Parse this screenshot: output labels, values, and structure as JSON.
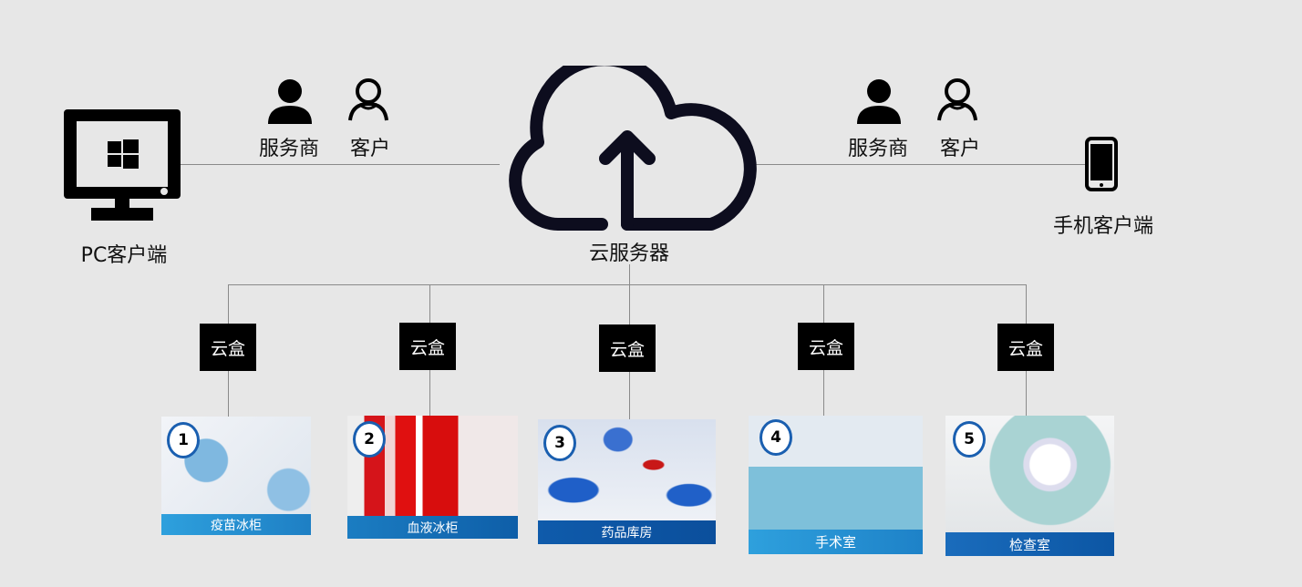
{
  "pc_client": {
    "label": "PC客户端"
  },
  "mobile_client": {
    "label": "手机客户端"
  },
  "cloud_server": {
    "label": "云服务器"
  },
  "left_roles": {
    "provider": "服务商",
    "customer": "客户"
  },
  "right_roles": {
    "provider": "服务商",
    "customer": "客户"
  },
  "cloud_boxes": [
    "云盒",
    "云盒",
    "云盒",
    "云盒",
    "云盒"
  ],
  "sites": [
    {
      "number": "1",
      "label": "疫苗冰柜"
    },
    {
      "number": "2",
      "label": "血液冰柜"
    },
    {
      "number": "3",
      "label": "药品库房"
    },
    {
      "number": "4",
      "label": "手术室"
    },
    {
      "number": "5",
      "label": "检查室"
    }
  ]
}
